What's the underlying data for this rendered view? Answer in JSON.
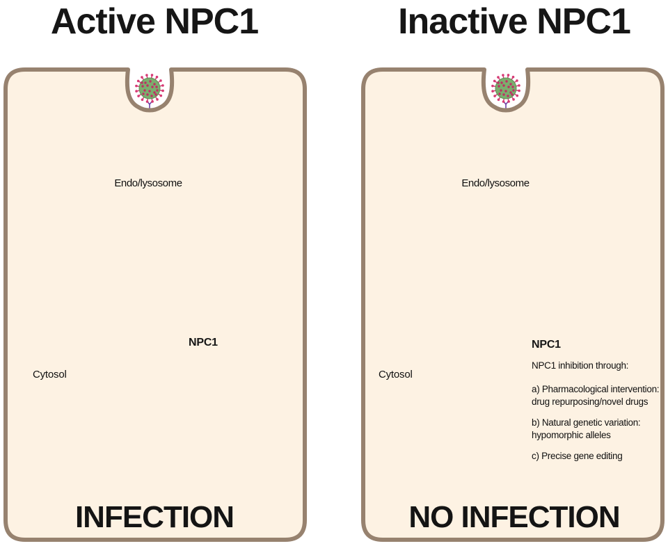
{
  "panels": {
    "left": {
      "title": "Active NPC1",
      "organelle_label": "Endo/lysosome",
      "protein_label": "NPC1",
      "compartment_label": "Cytosol",
      "outcome_label": "INFECTION"
    },
    "right": {
      "title": "Inactive NPC1",
      "organelle_label": "Endo/lysosome",
      "protein_label": "NPC1",
      "compartment_label": "Cytosol",
      "outcome_label": "NO INFECTION",
      "inhibition": {
        "heading": "NPC1 inhibition through:",
        "items": [
          {
            "lines": [
              "a) Pharmacological intervention:",
              "drug repurposing/novel drugs"
            ]
          },
          {
            "lines": [
              "b) Natural genetic variation:",
              "hypomorphic alleles"
            ]
          },
          {
            "lines": [
              "c) Precise gene editing"
            ]
          }
        ]
      }
    }
  },
  "colors": {
    "cell_border_brown": "#97826f",
    "cell_fill": "#fdf2e3",
    "lumen_fill": "#fbe5c3",
    "lipid_head_green": "#c3ea95",
    "lipid_head_stroke": "#7cb44e",
    "bilayer_blue": "#c6e8f2",
    "bilayer_tick": "#a8d4e0",
    "virus_body_green": "#7bad6d",
    "virus_body_stroke": "#5e9055",
    "virus_dot_crimson": "#bf2f63",
    "virus_spike_pink": "#d63a74",
    "npc1_purple": "#6a2170",
    "npc1_outline": "#4b1257",
    "npc1_label_purple": "#8e2d9c",
    "receptor_purple": "#6d3fa4",
    "arrow_blue_fill": "#c9dff5",
    "arrow_stroke": "#7d8894",
    "thin_arrow_fill": "#d0e3f7",
    "inhibitor_red": "#f70808",
    "highlight_white": "#ffffff",
    "text_black": "#161616"
  }
}
